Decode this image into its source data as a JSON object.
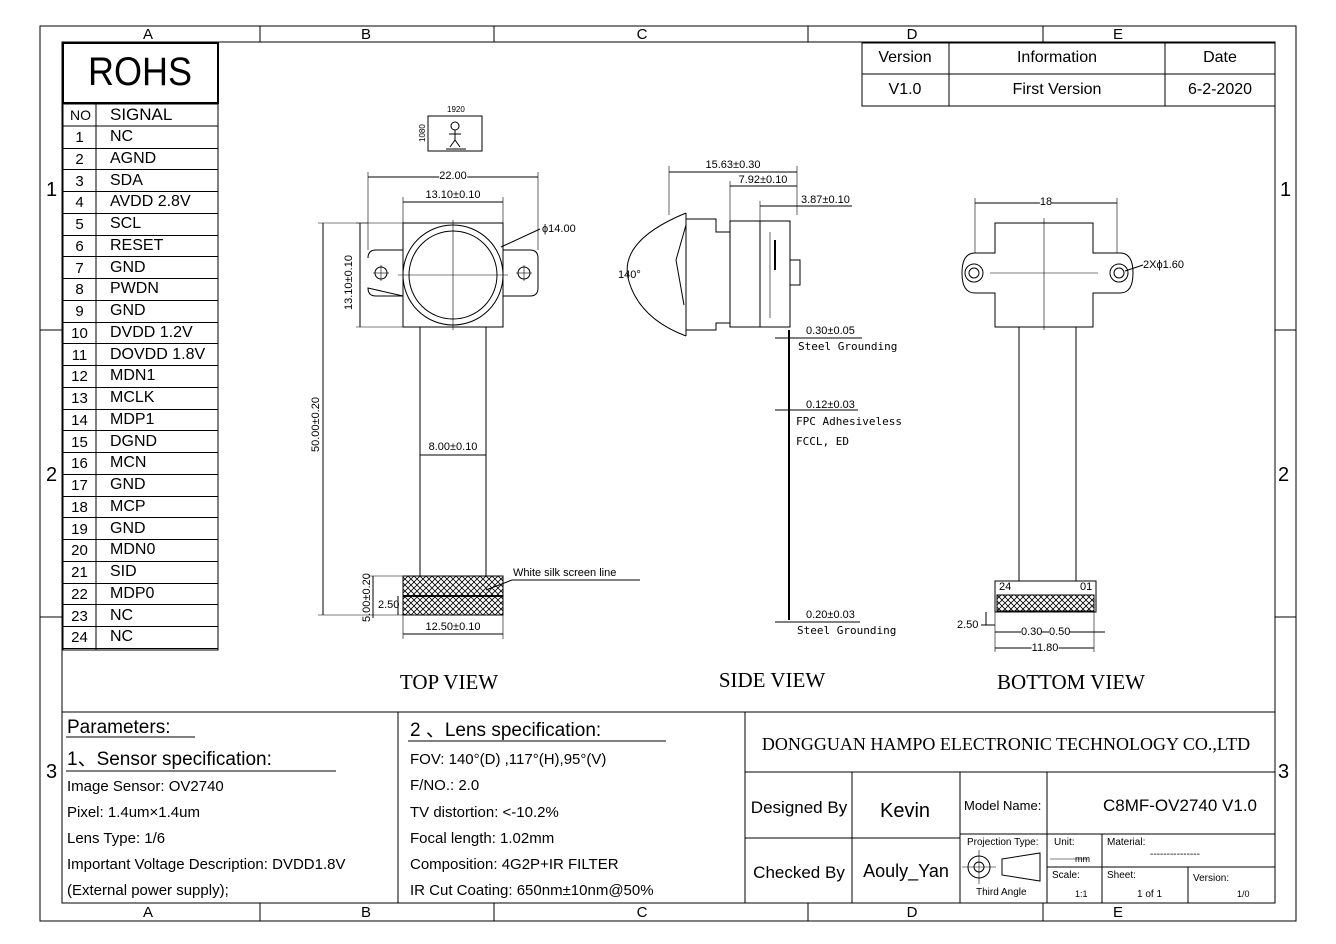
{
  "grid": {
    "columns": [
      "A",
      "B",
      "C",
      "D",
      "E"
    ],
    "rows": [
      "1",
      "2",
      "3"
    ]
  },
  "rohs": "ROHS",
  "pin_table": {
    "header_no": "NO",
    "header_signal": "SIGNAL",
    "pins": [
      {
        "no": "1",
        "signal": "NC"
      },
      {
        "no": "2",
        "signal": "AGND"
      },
      {
        "no": "3",
        "signal": "SDA"
      },
      {
        "no": "4",
        "signal": "AVDD 2.8V"
      },
      {
        "no": "5",
        "signal": "SCL"
      },
      {
        "no": "6",
        "signal": "RESET"
      },
      {
        "no": "7",
        "signal": "GND"
      },
      {
        "no": "8",
        "signal": "PWDN"
      },
      {
        "no": "9",
        "signal": "GND"
      },
      {
        "no": "10",
        "signal": "DVDD 1.2V"
      },
      {
        "no": "11",
        "signal": "DOVDD 1.8V"
      },
      {
        "no": "12",
        "signal": "MDN1"
      },
      {
        "no": "13",
        "signal": "MCLK"
      },
      {
        "no": "14",
        "signal": "MDP1"
      },
      {
        "no": "15",
        "signal": "DGND"
      },
      {
        "no": "16",
        "signal": "MCN"
      },
      {
        "no": "17",
        "signal": "GND"
      },
      {
        "no": "18",
        "signal": "MCP"
      },
      {
        "no": "19",
        "signal": "GND"
      },
      {
        "no": "20",
        "signal": "MDN0"
      },
      {
        "no": "21",
        "signal": "SID"
      },
      {
        "no": "22",
        "signal": "MDP0"
      },
      {
        "no": "23",
        "signal": "NC"
      },
      {
        "no": "24",
        "signal": "NC"
      }
    ]
  },
  "revision": {
    "header_version": "Version",
    "header_information": "Information",
    "header_date": "Date",
    "version": "V1.0",
    "information": "First Version",
    "date": "6-2-2020"
  },
  "orientation": {
    "width": "1920",
    "height": "1080"
  },
  "top_view": {
    "title": "TOP VIEW",
    "dim_width": "22.00",
    "dim_lens": "13.10±0.10",
    "dim_diameter": "ϕ14.00",
    "dim_holder_height": "13.10±0.10",
    "dim_total_length": "50.00±0.20",
    "dim_fpc_width": "8.00±0.10",
    "dim_stiffener_offset": "5.00±0.20",
    "dim_stiffener_height": "2.50",
    "dim_stiffener_width": "12.50±0.10",
    "silk_screen": "White silk screen line"
  },
  "side_view": {
    "title": "SIDE VIEW",
    "dim_overall": "15.63±0.30",
    "dim_body": "7.92±0.10",
    "dim_pcb": "3.87±0.10",
    "fov_angle": "140°",
    "steel_top_dim": "0.30±0.05",
    "steel_top_label": "Steel Grounding",
    "fpc_dim": "0.12±0.03",
    "fpc_label_1": "FPC Adhesiveless",
    "fpc_label_2": "FCCL, ED",
    "steel_bottom_dim": "0.20±0.03",
    "steel_bottom_label": "Steel Grounding"
  },
  "bottom_view": {
    "title": "BOTTOM VIEW",
    "dim_width": "18",
    "dim_holes": "2Xϕ1.60",
    "pin_first": "24",
    "pin_last": "01",
    "dim_height": "2.50",
    "dim_pitch_a": "0.30",
    "dim_pitch_b": "0.50",
    "dim_connector_width": "11.80"
  },
  "parameters": {
    "heading": "Parameters:",
    "sensor_heading": "1、Sensor specification:",
    "image_sensor": "Image Sensor: OV2740",
    "pixel": "Pixel: 1.4um×1.4um",
    "lens_type": "Lens Type: 1/6",
    "voltage": "Important Voltage Description: DVDD1.8V",
    "supply": "(External power supply);",
    "lens_heading": "2 、Lens specification:",
    "fov": "FOV: 140°(D) ,117°(H),95°(V)",
    "fno": "F/NO.: 2.0",
    "tv_distortion": "TV distortion: <-10.2%",
    "focal_length": "Focal length: 1.02mm",
    "composition": "Composition: 4G2P+IR FILTER",
    "ir_cut": "IR Cut Coating: 650nm±10nm@50%"
  },
  "title_block": {
    "company": "DONGGUAN HAMPO ELECTRONIC TECHNOLOGY CO.,LTD",
    "designed_by_label": "Designed By",
    "designed_by": "Kevin",
    "checked_by_label": "Checked By",
    "checked_by": "Aouly_Yan",
    "model_name_label": "Model Name:",
    "model_name": "C8MF-OV2740 V1.0",
    "projection_label": "Projection Type:",
    "projection": "Third Angle",
    "unit_label": "Unit:",
    "unit": "mm",
    "material_label": "Material:",
    "material": "---------------",
    "scale_label": "Scale:",
    "scale": "1:1",
    "sheet_label": "Sheet:",
    "sheet": "1 of 1",
    "version_label": "Version:",
    "version": "1/0"
  }
}
